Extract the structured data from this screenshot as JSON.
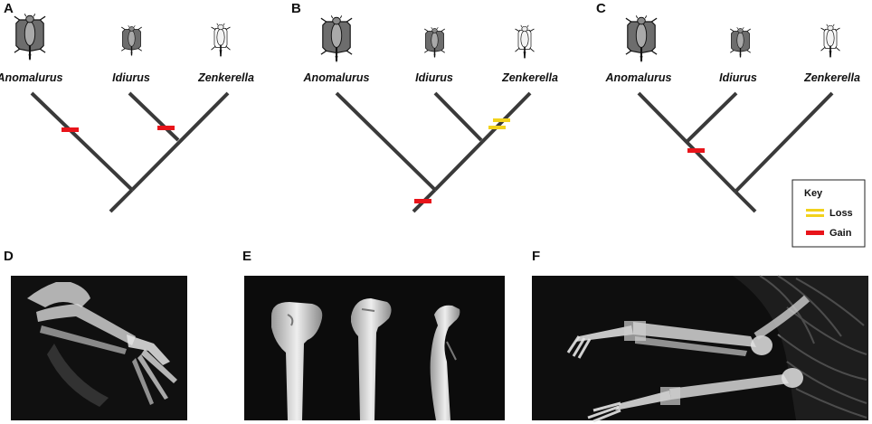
{
  "panels": {
    "A": {
      "label": "A",
      "taxa": [
        "Anomalurus",
        "Idiurus",
        "Zenkerella"
      ]
    },
    "B": {
      "label": "B",
      "taxa": [
        "Anomalurus",
        "Idiurus",
        "Zenkerella"
      ]
    },
    "C": {
      "label": "C",
      "taxa": [
        "Anomalurus",
        "Idiurus",
        "Zenkerella"
      ]
    },
    "D": {
      "label": "D"
    },
    "E": {
      "label": "E"
    },
    "F": {
      "label": "F"
    }
  },
  "key": {
    "title": "Key",
    "items": [
      {
        "label": "Loss",
        "color": "#f2d21c"
      },
      {
        "label": "Gain",
        "color": "#e8141a"
      }
    ]
  },
  "colors": {
    "branch": "#3a3a3a",
    "gain": "#e8141a",
    "loss": "#f2d21c",
    "xray_bg": "#0c0c0c"
  }
}
